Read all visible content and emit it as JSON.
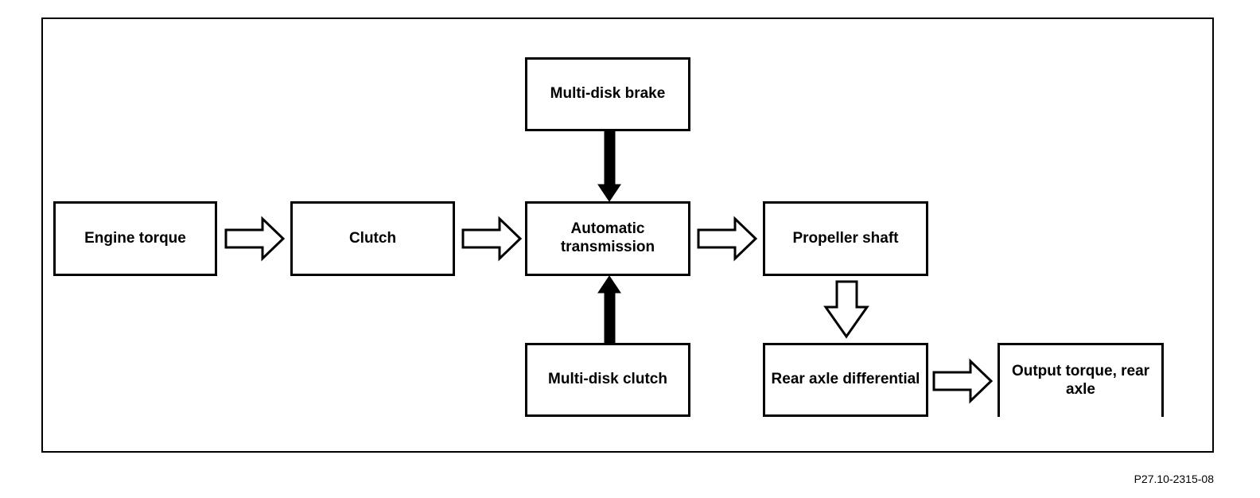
{
  "diagram": {
    "boxes": {
      "engine_torque": "Engine torque",
      "clutch": "Clutch",
      "automatic_transmission": "Automatic transmission",
      "multi_disk_brake": "Multi-disk brake",
      "multi_disk_clutch": "Multi-disk clutch",
      "propeller_shaft": "Propeller shaft",
      "rear_axle_differential": "Rear axle differential",
      "output_torque": "Output torque, rear axle"
    },
    "flow": [
      {
        "from": "Engine torque",
        "to": "Clutch",
        "style": "hollow"
      },
      {
        "from": "Clutch",
        "to": "Automatic transmission",
        "style": "hollow"
      },
      {
        "from": "Automatic transmission",
        "to": "Propeller shaft",
        "style": "hollow"
      },
      {
        "from": "Propeller shaft",
        "to": "Rear axle differential",
        "style": "hollow"
      },
      {
        "from": "Rear axle differential",
        "to": "Output torque, rear axle",
        "style": "hollow"
      },
      {
        "from": "Multi-disk brake",
        "to": "Automatic transmission",
        "style": "solid"
      },
      {
        "from": "Multi-disk clutch",
        "to": "Automatic transmission",
        "style": "solid"
      }
    ]
  },
  "document_id": "P27.10-2315-08"
}
